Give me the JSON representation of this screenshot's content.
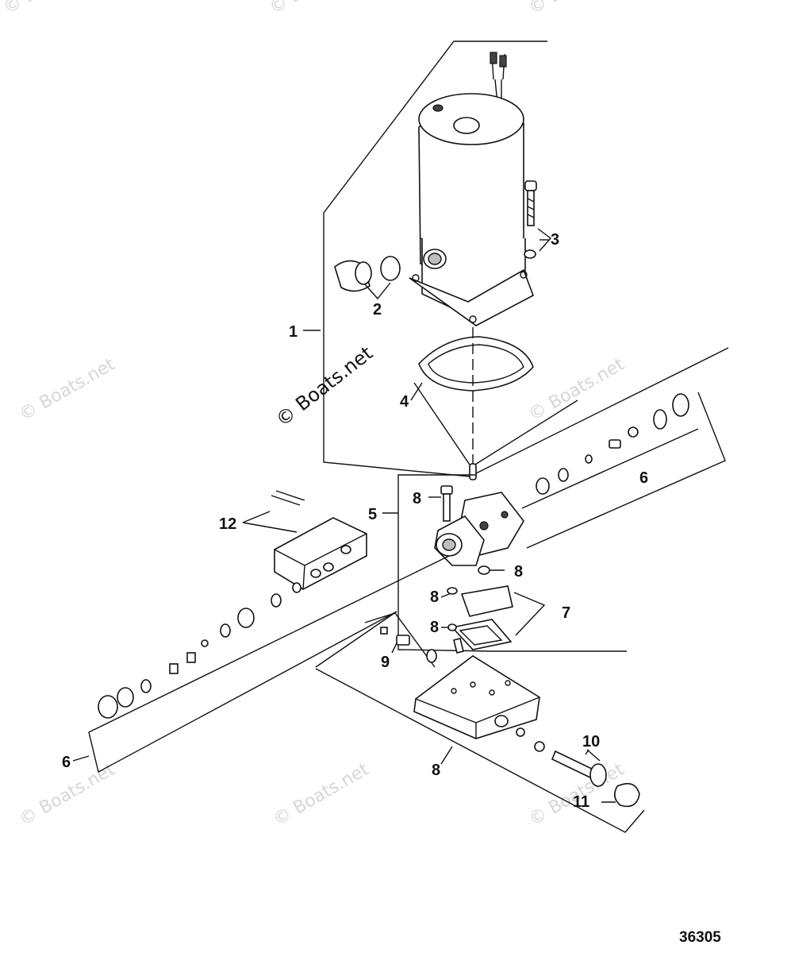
{
  "watermark": {
    "text": "© Boats.net",
    "main_text": "© Boats.net"
  },
  "callouts": {
    "c1": "1",
    "c2": "2",
    "c3": "3",
    "c4": "4",
    "c5": "5",
    "c6a": "6",
    "c6b": "6",
    "c7": "7",
    "c8a": "8",
    "c8b": "8",
    "c8c": "8",
    "c8d": "8",
    "c8e": "8",
    "c9": "9",
    "c10": "10",
    "c11": "11",
    "c12": "12"
  },
  "figure_number": "36305"
}
